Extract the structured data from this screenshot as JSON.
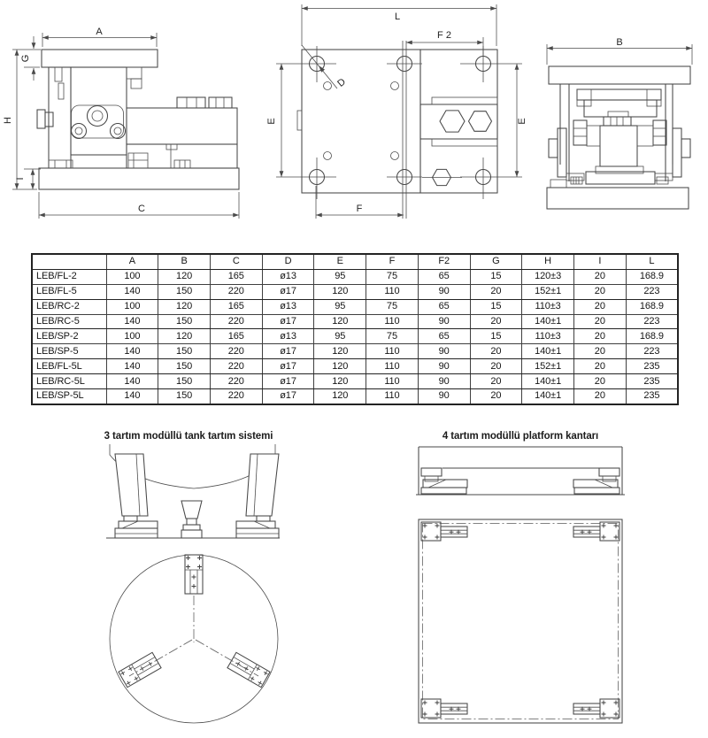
{
  "page": {
    "bg": "#ffffff",
    "line_color": "#474747",
    "text_color": "#1c1c1c"
  },
  "drawings": {
    "side_view": {
      "labels": {
        "a": "A",
        "g": "G",
        "h": "H",
        "i": "I",
        "c": "C"
      }
    },
    "top_view": {
      "labels": {
        "l": "L",
        "f2": "F 2",
        "e_left": "E",
        "e_right": "E",
        "f": "F",
        "d": "D"
      }
    },
    "front_view": {
      "labels": {
        "b": "B"
      }
    }
  },
  "table": {
    "columns": [
      "",
      "A",
      "B",
      "C",
      "D",
      "E",
      "F",
      "F2",
      "G",
      "H",
      "I",
      "L"
    ],
    "rows": [
      {
        "model": "LEB/FL-2",
        "values": [
          "100",
          "120",
          "165",
          "ø13",
          "95",
          "75",
          "65",
          "15",
          "120±3",
          "20",
          "168.9"
        ]
      },
      {
        "model": "LEB/FL-5",
        "values": [
          "140",
          "150",
          "220",
          "ø17",
          "120",
          "110",
          "90",
          "20",
          "152±1",
          "20",
          "223"
        ]
      },
      {
        "model": "LEB/RC-2",
        "values": [
          "100",
          "120",
          "165",
          "ø13",
          "95",
          "75",
          "65",
          "15",
          "110±3",
          "20",
          "168.9"
        ]
      },
      {
        "model": "LEB/RC-5",
        "values": [
          "140",
          "150",
          "220",
          "ø17",
          "120",
          "110",
          "90",
          "20",
          "140±1",
          "20",
          "223"
        ]
      },
      {
        "model": "LEB/SP-2",
        "values": [
          "100",
          "120",
          "165",
          "ø13",
          "95",
          "75",
          "65",
          "15",
          "110±3",
          "20",
          "168.9"
        ]
      },
      {
        "model": "LEB/SP-5",
        "values": [
          "140",
          "150",
          "220",
          "ø17",
          "120",
          "110",
          "90",
          "20",
          "140±1",
          "20",
          "223"
        ]
      },
      {
        "model": "LEB/FL-5L",
        "values": [
          "140",
          "150",
          "220",
          "ø17",
          "120",
          "110",
          "90",
          "20",
          "152±1",
          "20",
          "235"
        ]
      },
      {
        "model": "LEB/RC-5L",
        "values": [
          "140",
          "150",
          "220",
          "ø17",
          "120",
          "110",
          "90",
          "20",
          "140±1",
          "20",
          "235"
        ]
      },
      {
        "model": "LEB/SP-5L",
        "values": [
          "140",
          "150",
          "220",
          "ø17",
          "120",
          "110",
          "90",
          "20",
          "140±1",
          "20",
          "235"
        ]
      }
    ]
  },
  "diagrams": {
    "tank": {
      "title": "3 tartım modüllü tank tartım sistemi"
    },
    "platform": {
      "title": "4 tartım modüllü platform kantarı"
    }
  }
}
